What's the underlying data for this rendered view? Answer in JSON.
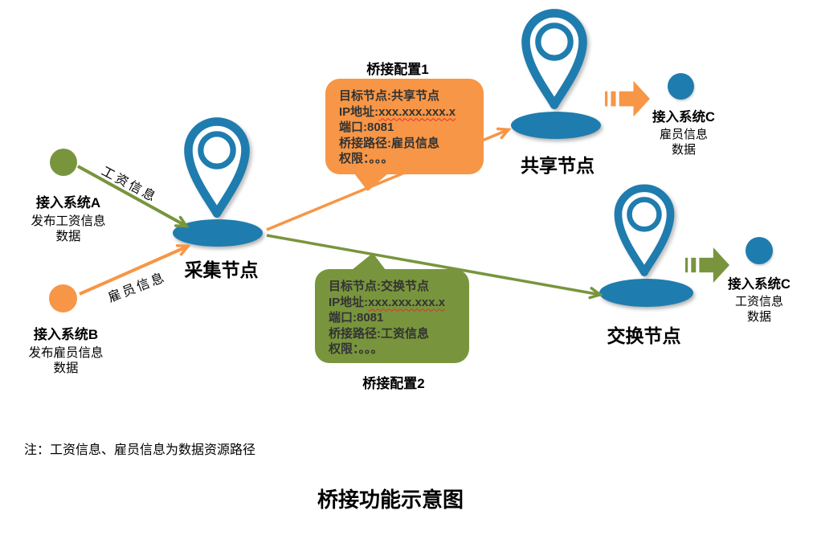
{
  "title": "桥接功能示意图",
  "note": "注：工资信息、雇员信息为数据资源路径",
  "colors": {
    "blue": "#1F7CAE",
    "orange": "#F79646",
    "green": "#78953D"
  },
  "nodes": {
    "collect": {
      "label": "采集节点"
    },
    "share": {
      "label": "共享节点"
    },
    "exchange": {
      "label": "交换节点"
    }
  },
  "systems": {
    "a": {
      "name": "接入系统A",
      "desc1": "发布工资信息",
      "desc2": "数据"
    },
    "b": {
      "name": "接入系统B",
      "desc1": "发布雇员信息",
      "desc2": "数据"
    },
    "c_top": {
      "name": "接入系统C",
      "desc1": "雇员信息",
      "desc2": "数据"
    },
    "c_bottom": {
      "name": "接入系统C",
      "desc1": "工资信息",
      "desc2": "数据"
    }
  },
  "edges": {
    "salary": "工资信息",
    "employee": "雇员信息"
  },
  "callouts": {
    "c1": {
      "title": "桥接配置1",
      "target": "目标节点:共享节点",
      "ip_prefix": "IP地址:",
      "ip_value": "xxx.xxx.xxx.x",
      "port": "端口:8081",
      "path": "桥接路径:雇员信息",
      "permission": "权限：。。。"
    },
    "c2": {
      "title": "桥接配置2",
      "target": "目标节点:交换节点",
      "ip_prefix": "IP地址:",
      "ip_value": "xxx.xxx.xxx.x",
      "port": "端口:8081",
      "path": "桥接路径:工资信息",
      "permission": "权限：。。。"
    }
  }
}
